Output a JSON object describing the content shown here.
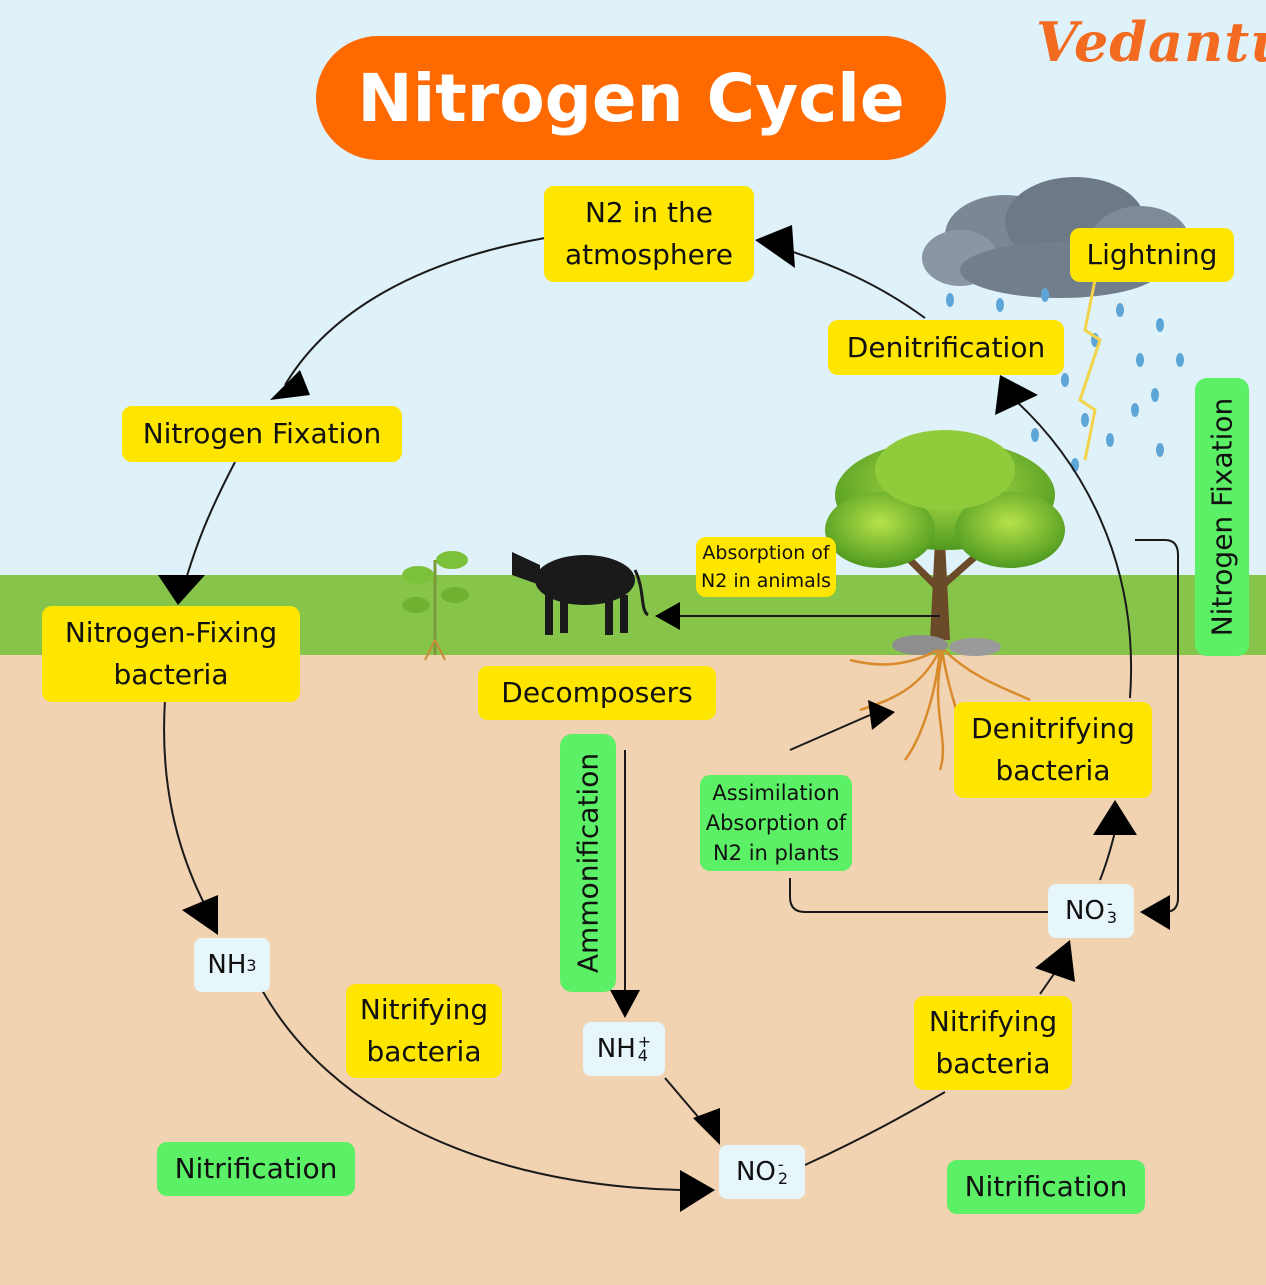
{
  "title": "Nitrogen Cycle",
  "brand": "Vedantu",
  "labels": {
    "n2_atmosphere": [
      "N2 in the",
      "atmosphere"
    ],
    "lightning": "Lightning",
    "denitrification": "Denitrification",
    "nitrogen_fixation_left": "Nitrogen Fixation",
    "nitrogen_fixation_right": "Nitrogen Fixation",
    "nitrogen_fixing_bacteria": [
      "Nitrogen-Fixing",
      "bacteria"
    ],
    "absorption_animals": [
      "Absorption of",
      "N2 in animals"
    ],
    "decomposers": "Decomposers",
    "denitrifying_bacteria": [
      "Denitrifying",
      "bacteria"
    ],
    "ammonification": "Ammonification",
    "assimilation": [
      "Assimilation",
      "Absorption of",
      "N2 in plants"
    ],
    "nitrifying_bacteria_left": [
      "Nitrifying",
      "bacteria"
    ],
    "nitrifying_bacteria_right": [
      "Nitrifying",
      "bacteria"
    ],
    "nitrification_left": "Nitrification",
    "nitrification_right": "Nitrification"
  },
  "chemicals": {
    "nh3": {
      "base": "NH",
      "sub": "3"
    },
    "nh4": {
      "base": "NH",
      "sup": "+",
      "sub": "4"
    },
    "no2": {
      "base": "NO",
      "sup": "-",
      "sub": "2"
    },
    "no3": {
      "base": "NO",
      "sup": "-",
      "sub": "3"
    }
  },
  "colors": {
    "accent_orange": "#ff6a00",
    "label_yellow": "#ffe600",
    "label_green": "#5cf066",
    "sky": "#dff1f9",
    "grass": "#86c54a",
    "soil": "#f1d3b2"
  },
  "icons": [
    "cloud-icon",
    "rain-icon",
    "lightning-bolt-icon",
    "tree-icon",
    "cow-icon",
    "sapling-icon"
  ]
}
